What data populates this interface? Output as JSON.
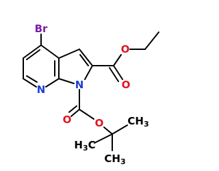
{
  "molecule": {
    "atoms": {
      "br": {
        "symbol": "Br",
        "color": "#7a1fa8"
      },
      "n_pyridine": {
        "symbol": "N",
        "color": "#1f3fd0"
      },
      "n_pyrrole": {
        "symbol": "N",
        "color": "#1f3fd0"
      },
      "o_ester_carbonyl": {
        "symbol": "O",
        "color": "#e0141e"
      },
      "o_ester_ether": {
        "symbol": "O",
        "color": "#e0141e"
      },
      "o_boc_carbonyl": {
        "symbol": "O",
        "color": "#e0141e"
      },
      "o_boc_ether": {
        "symbol": "O",
        "color": "#e0141e"
      },
      "ch3_left": {
        "symbol": "H",
        "subscript": "3",
        "suffix": "C",
        "color": "#000000"
      },
      "ch3_right": {
        "symbol": "CH",
        "subscript": "3",
        "color": "#000000"
      },
      "ch3_bottom": {
        "symbol": "CH",
        "subscript": "3",
        "color": "#000000"
      }
    },
    "bond_color": "#000000"
  }
}
